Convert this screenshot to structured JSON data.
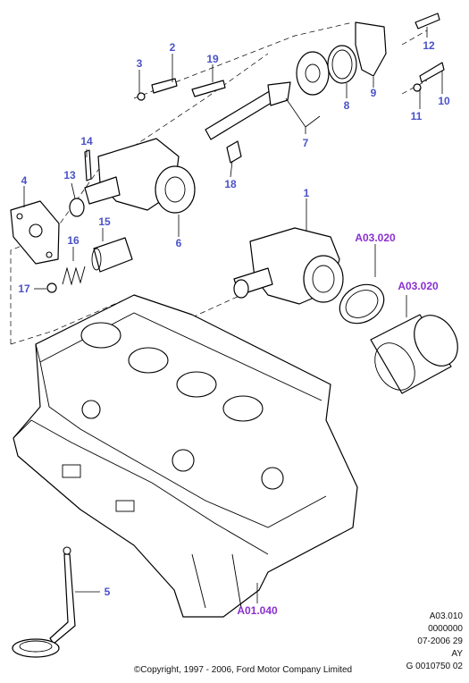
{
  "callouts": {
    "c1": "1",
    "c2": "2",
    "c3": "3",
    "c4": "4",
    "c5": "5",
    "c6": "6",
    "c7": "7",
    "c8": "8",
    "c9": "9",
    "c10": "10",
    "c11": "11",
    "c12": "12",
    "c13": "13",
    "c14": "14",
    "c15": "15",
    "c16": "16",
    "c17": "17",
    "c18": "18",
    "c19": "19",
    "ref_a03020_1": "A03.020",
    "ref_a03020_2": "A03.020",
    "ref_a01040": "A01.040"
  },
  "footer": {
    "code1": "A03.010",
    "code2": "0000000",
    "date": "07-2006 29",
    "code3": "AY",
    "code4": "G 0010750 02",
    "copyright": "©Copyright, 1997 - 2006, Ford Motor Company Limited"
  },
  "colors": {
    "callout": "#4a52c8",
    "reference": "#8a2fd0"
  }
}
